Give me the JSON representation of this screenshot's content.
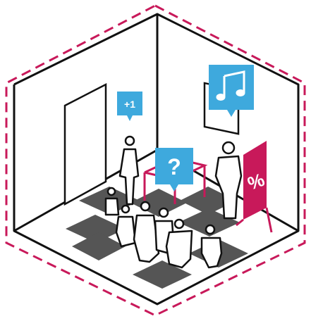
{
  "scene": {
    "colors": {
      "background": "#ffffff",
      "outline": "#111111",
      "accent": "#c8195a",
      "bubble": "#3ea9dd",
      "floor_tile": "#555555"
    },
    "bubbles": [
      {
        "name": "plus-one-bubble",
        "text": "+1"
      },
      {
        "name": "question-bubble",
        "text": "?"
      },
      {
        "name": "music-bubble",
        "icon": "music-note-icon"
      }
    ],
    "sign": {
      "text": "%"
    }
  }
}
